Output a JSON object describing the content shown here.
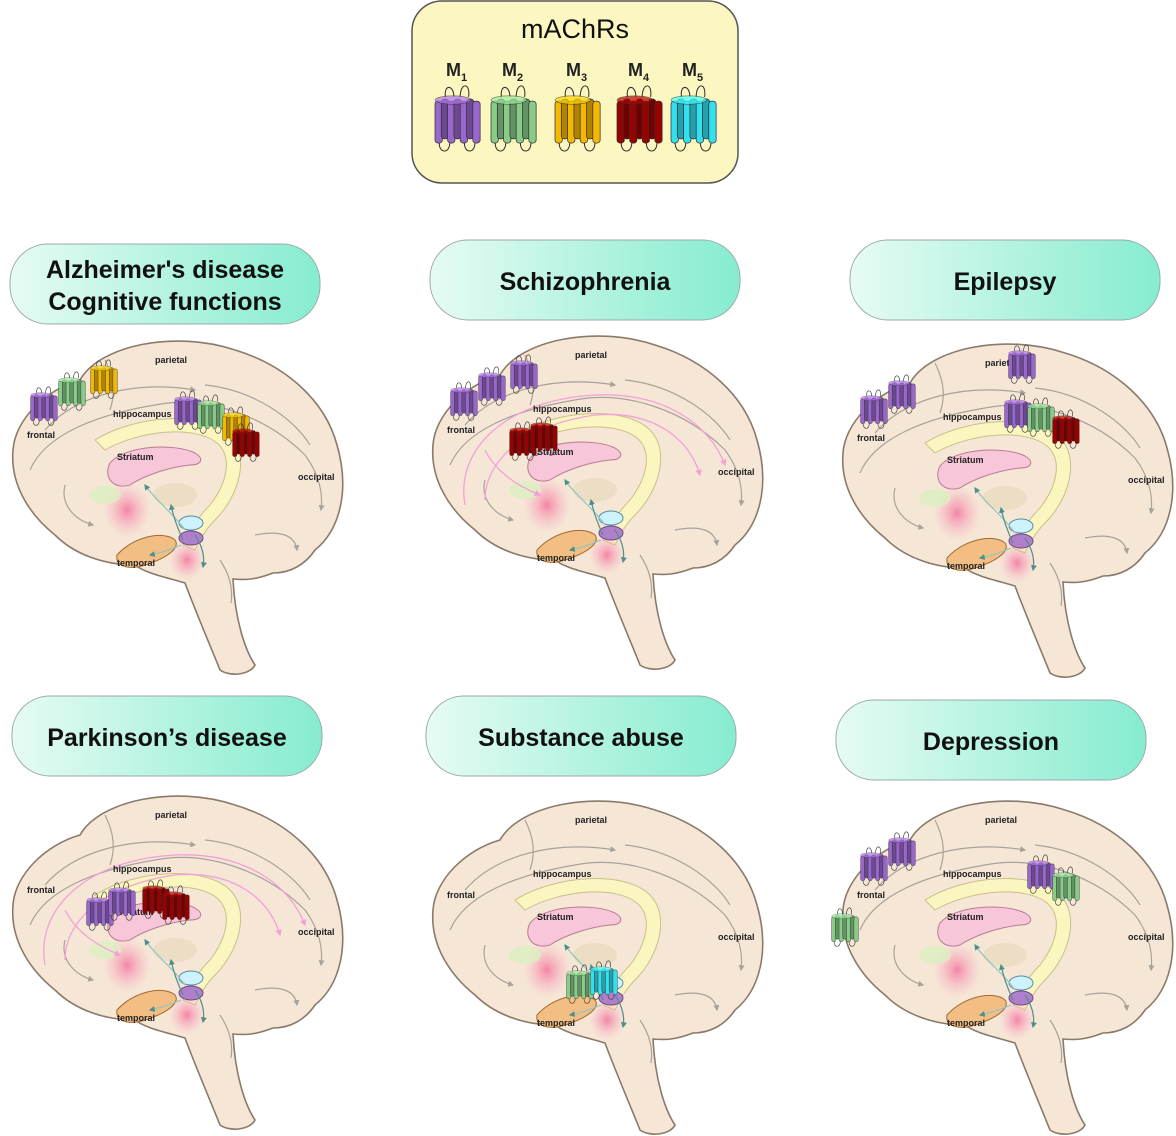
{
  "legend": {
    "title": "mAChRs",
    "receptors": [
      {
        "id": "M1",
        "base": "M",
        "sub": "1",
        "color": "#9966cc"
      },
      {
        "id": "M2",
        "base": "M",
        "sub": "2",
        "color": "#88cc88"
      },
      {
        "id": "M3",
        "base": "M",
        "sub": "3",
        "color": "#f5b800"
      },
      {
        "id": "M4",
        "base": "M",
        "sub": "4",
        "color": "#990000"
      },
      {
        "id": "M5",
        "base": "M",
        "sub": "5",
        "color": "#33e0f0"
      }
    ]
  },
  "region_labels": {
    "parietal": "parietal",
    "hippocampus": "hippocampus",
    "frontal": "frontal",
    "striatum": "Striatum",
    "occipital": "occipital",
    "temporal": "temporal"
  },
  "panels": [
    {
      "title_lines": [
        "Alzheimer's disease",
        "Cognitive functions"
      ],
      "receptors": [
        {
          "type": "M1",
          "site": "frontal-a"
        },
        {
          "type": "M2",
          "site": "frontal-b"
        },
        {
          "type": "M3",
          "site": "frontal-c"
        },
        {
          "type": "M1",
          "site": "hippo-a"
        },
        {
          "type": "M2",
          "site": "hippo-b"
        },
        {
          "type": "M3",
          "site": "hippo-c"
        },
        {
          "type": "M4",
          "site": "hippo-d"
        }
      ]
    },
    {
      "title_lines": [
        "Schizophrenia"
      ],
      "pink_arrows": true,
      "receptors": [
        {
          "type": "M1",
          "site": "frontal-a"
        },
        {
          "type": "M1",
          "site": "frontal-b"
        },
        {
          "type": "M1",
          "site": "frontal-c"
        },
        {
          "type": "M4",
          "site": "striatum-a"
        },
        {
          "type": "M4",
          "site": "striatum-b"
        }
      ]
    },
    {
      "title_lines": [
        "Epilepsy"
      ],
      "receptors": [
        {
          "type": "M1",
          "site": "frontal-a"
        },
        {
          "type": "M1",
          "site": "frontal-b"
        },
        {
          "type": "M1",
          "site": "parietal-a"
        },
        {
          "type": "M1",
          "site": "hippo-a"
        },
        {
          "type": "M2",
          "site": "hippo-b"
        },
        {
          "type": "M4",
          "site": "hippo-c"
        }
      ]
    },
    {
      "title_lines": [
        "Parkinson’s disease"
      ],
      "pink_arrows": true,
      "receptors": [
        {
          "type": "M1",
          "site": "striatum-c"
        },
        {
          "type": "M1",
          "site": "striatum-d"
        },
        {
          "type": "M4",
          "site": "striatum-e"
        },
        {
          "type": "M4",
          "site": "striatum-f"
        }
      ]
    },
    {
      "title_lines": [
        "Substance abuse"
      ],
      "receptors": [
        {
          "type": "M2",
          "site": "vta-a"
        },
        {
          "type": "M5",
          "site": "vta-b"
        }
      ]
    },
    {
      "title_lines": [
        "Depression"
      ],
      "receptors": [
        {
          "type": "M1",
          "site": "frontal-a"
        },
        {
          "type": "M1",
          "site": "frontal-b"
        },
        {
          "type": "M2",
          "site": "frontal-low"
        },
        {
          "type": "M1",
          "site": "hippo-b"
        },
        {
          "type": "M2",
          "site": "hippo-c"
        }
      ]
    }
  ]
}
